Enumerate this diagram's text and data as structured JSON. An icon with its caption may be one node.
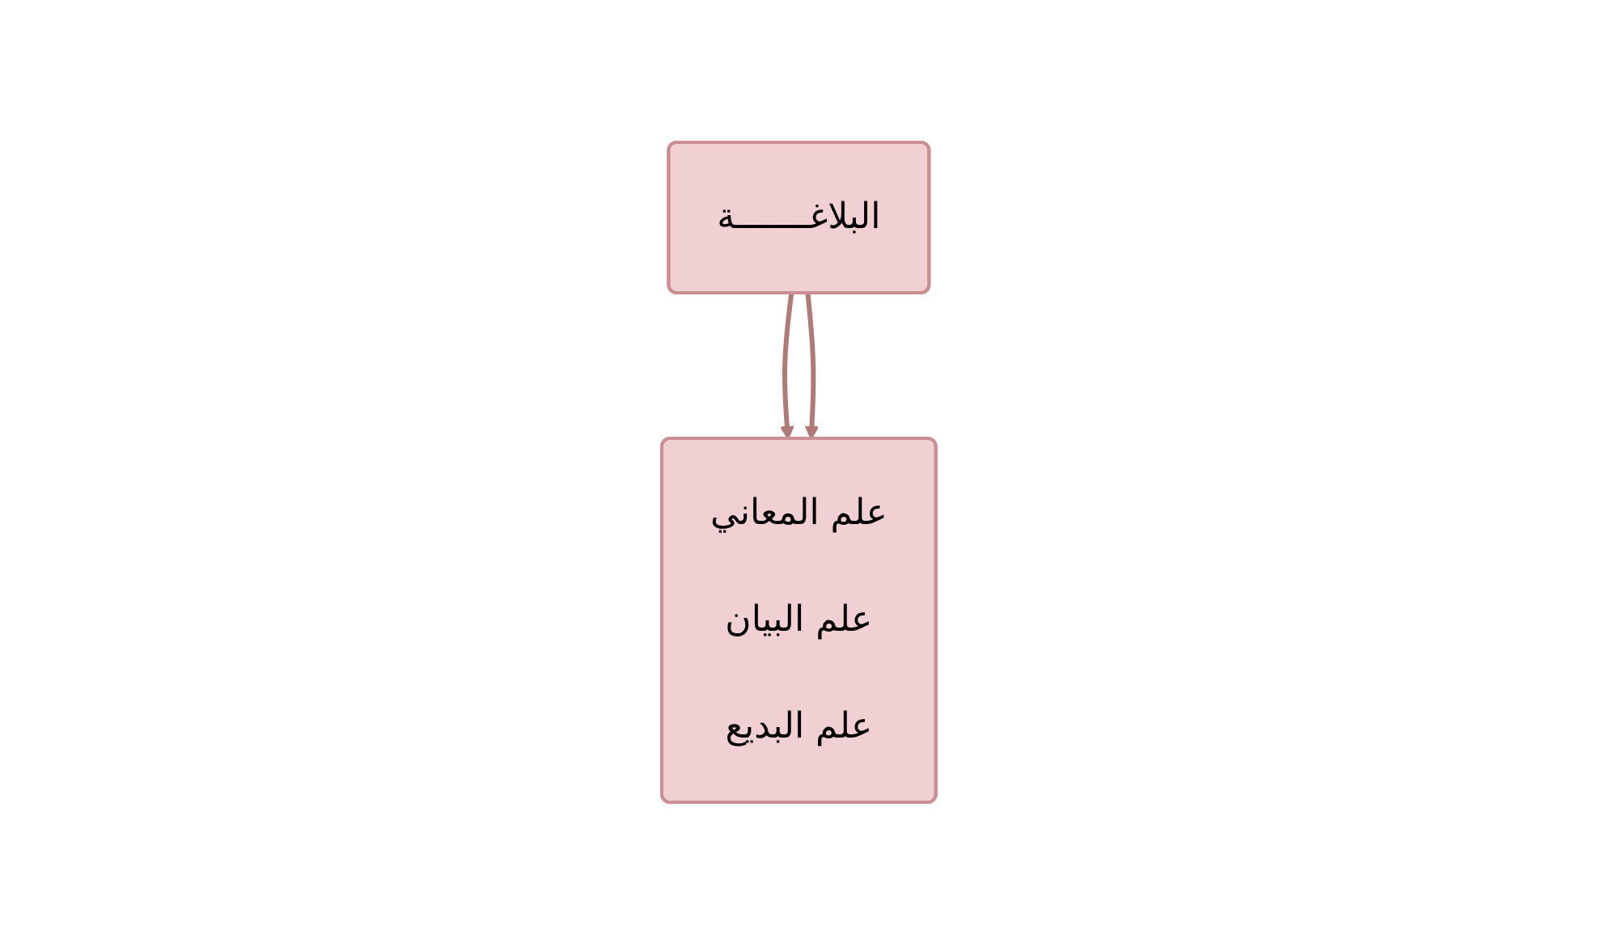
{
  "diagram": {
    "nodes": [
      {
        "text": [
          "البلاغـــــــة"
        ]
      },
      {
        "text": [
          "علم المعاني",
          "علم البيان",
          "علم البديع"
        ]
      }
    ],
    "edges": [
      {
        "from": 0,
        "to": 1,
        "arrow": "to"
      },
      {
        "from": 0,
        "to": 1,
        "arrow": "to"
      }
    ]
  }
}
